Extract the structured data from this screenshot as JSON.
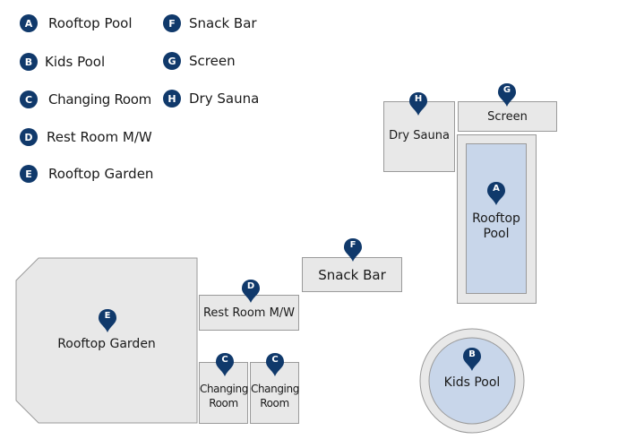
{
  "legend": [
    {
      "letter": "A",
      "label": "Rooftop Pool"
    },
    {
      "letter": "B",
      "label": "Kids Pool"
    },
    {
      "letter": "C",
      "label": "Changing Room"
    },
    {
      "letter": "D",
      "label": "Rest Room M/W"
    },
    {
      "letter": "E",
      "label": "Rooftop Garden"
    },
    {
      "letter": "F",
      "label": "Snack Bar"
    },
    {
      "letter": "G",
      "label": "Screen"
    },
    {
      "letter": "H",
      "label": "Dry Sauna"
    }
  ],
  "map": {
    "rooftop_garden": {
      "letter": "E",
      "label": "Rooftop Garden"
    },
    "rest_room": {
      "letter": "D",
      "label": "Rest Room M/W"
    },
    "changing_room_1": {
      "letter": "C",
      "line1": "Changing",
      "line2": "Room"
    },
    "changing_room_2": {
      "letter": "C",
      "line1": "Changing",
      "line2": "Room"
    },
    "snack_bar": {
      "letter": "F",
      "label": "Snack Bar"
    },
    "dry_sauna": {
      "letter": "H",
      "label": "Dry Sauna"
    },
    "screen": {
      "letter": "G",
      "label": "Screen"
    },
    "rooftop_pool": {
      "letter": "A",
      "line1": "Rooftop",
      "line2": "Pool"
    },
    "kids_pool": {
      "letter": "B",
      "label": "Kids Pool"
    }
  },
  "colors": {
    "marker": "#10396b",
    "room_fill": "#e8e8e8",
    "water": "#c8d6ea"
  }
}
